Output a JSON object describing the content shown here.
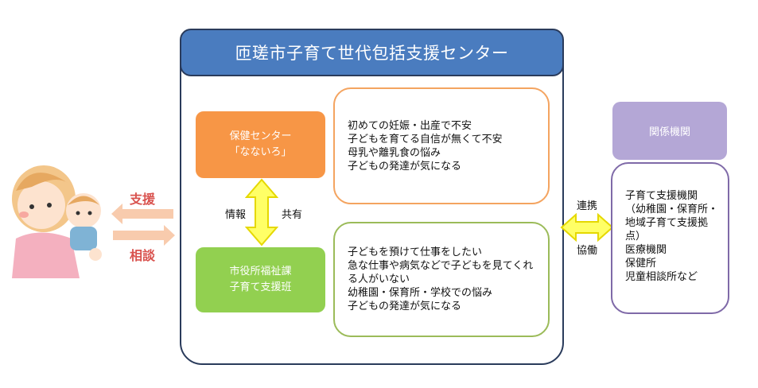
{
  "title": "匝瑳市子育て世代包括支援センター",
  "left": {
    "support_label": "支援",
    "consult_label": "相談"
  },
  "hoken": {
    "line1": "保健センター",
    "line2": "「なないろ」"
  },
  "shiyakusho": {
    "line1": "市役所福祉課",
    "line2": "子育て支援班"
  },
  "share": {
    "left": "情報",
    "right": "共有"
  },
  "concerns_top": [
    "初めての妊娠・出産で不安",
    "子どもを育てる自信が無くて不安",
    "母乳や離乳食の悩み",
    "子どもの発達が気になる"
  ],
  "concerns_bottom": [
    "子どもを預けて仕事をしたい",
    "急な仕事や病気などで子どもを見てくれ",
    "る人がいない",
    "幼稚園・保育所・学校での悩み",
    "子どもの発達が気になる"
  ],
  "link": {
    "top": "連携",
    "bottom": "協働"
  },
  "related": {
    "header": "関係機関",
    "items": [
      "子育て支援機関",
      "（幼稚園・保育所・",
      "地域子育て支援拠",
      "点）",
      "医療機関",
      "保健所",
      "児童相談所など"
    ]
  },
  "colors": {
    "blue": "#4a7cbf",
    "orange": "#f79646",
    "green": "#92d050",
    "purple": "#b4a7d6",
    "yellow": "#ffff66",
    "red": "#d9534f"
  }
}
